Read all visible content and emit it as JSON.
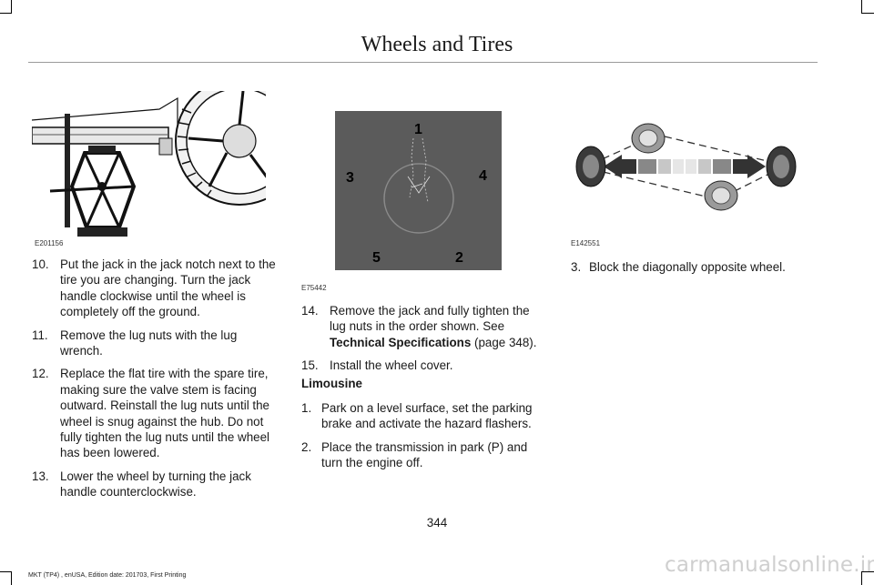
{
  "header": {
    "title": "Wheels and Tires"
  },
  "figures": {
    "jack": {
      "code": "E201156"
    },
    "lug_pattern": {
      "code": "E75442",
      "labels": [
        "1",
        "2",
        "3",
        "4",
        "5"
      ]
    },
    "block_wheel": {
      "code": "E142551"
    }
  },
  "column1": {
    "steps": [
      {
        "num": "10.",
        "text": "Put the jack in the jack notch next to the tire you are changing. Turn the jack handle clockwise until the wheel is completely off the ground."
      },
      {
        "num": "11.",
        "text": "Remove the lug nuts with the lug wrench."
      },
      {
        "num": "12.",
        "text": "Replace the flat tire with the spare tire, making sure the valve stem is facing outward. Reinstall the lug nuts until the wheel is snug against the hub. Do not fully tighten the lug nuts until the wheel has been lowered."
      },
      {
        "num": "13.",
        "text": "Lower the wheel by turning the jack handle counterclockwise."
      }
    ]
  },
  "column2": {
    "step14": {
      "num": "14.",
      "text": "Remove the jack and fully tighten the lug nuts in the order shown.  See ",
      "link": "Technical Specifications",
      "ref": " (page 348)."
    },
    "step15": {
      "num": "15.",
      "text": "Install the wheel cover."
    },
    "subhead": "Limousine",
    "steps": [
      {
        "num": "1.",
        "text": "Park on a level surface, set the parking brake and activate the hazard flashers."
      },
      {
        "num": "2.",
        "text": "Place the transmission in park (P) and turn the engine off."
      }
    ]
  },
  "column3": {
    "steps": [
      {
        "num": "3.",
        "text": "Block the diagonally opposite wheel."
      }
    ]
  },
  "page": {
    "number": "344"
  },
  "footer": {
    "text": "MKT (TP4) , enUSA, Edition date: 201703, First Printing"
  },
  "watermark": {
    "text": "carmanualsonline.info"
  }
}
